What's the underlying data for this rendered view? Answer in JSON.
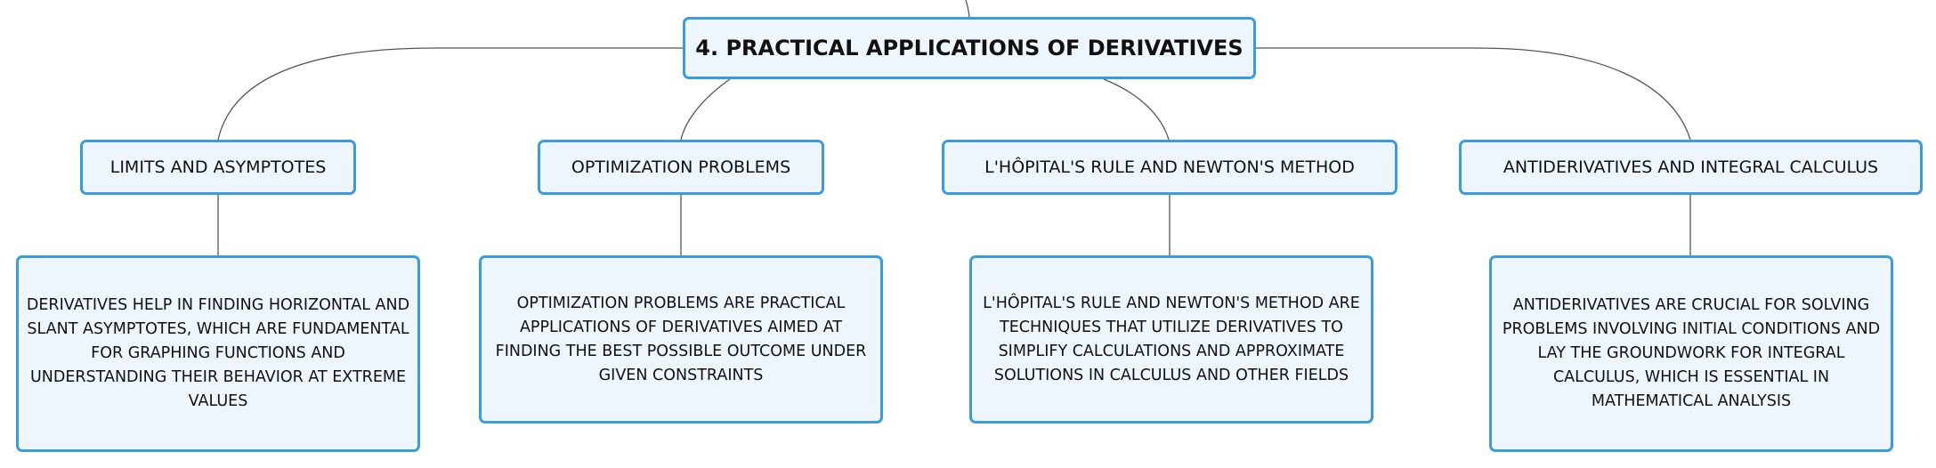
{
  "root": {
    "label": "4. PRACTICAL APPLICATIONS OF DERIVATIVES"
  },
  "topics": [
    {
      "label": "LIMITS AND ASYMPTOTES",
      "detail": "DERIVATIVES HELP IN FINDING HORIZONTAL AND SLANT ASYMPTOTES, WHICH ARE FUNDAMENTAL FOR GRAPHING FUNCTIONS AND UNDERSTANDING THEIR BEHAVIOR AT EXTREME VALUES"
    },
    {
      "label": "OPTIMIZATION PROBLEMS",
      "detail": "OPTIMIZATION PROBLEMS ARE PRACTICAL APPLICATIONS OF DERIVATIVES AIMED AT FINDING THE BEST POSSIBLE OUTCOME UNDER GIVEN CONSTRAINTS"
    },
    {
      "label": "L'HÔPITAL'S RULE AND NEWTON'S METHOD",
      "detail": "L'HÔPITAL'S RULE AND NEWTON'S METHOD ARE TECHNIQUES THAT UTILIZE DERIVATIVES TO SIMPLIFY CALCULATIONS AND APPROXIMATE SOLUTIONS IN CALCULUS AND OTHER FIELDS"
    },
    {
      "label": "ANTIDERIVATIVES AND INTEGRAL CALCULUS",
      "detail": "ANTIDERIVATIVES ARE CRUCIAL FOR SOLVING PROBLEMS INVOLVING INITIAL CONDITIONS AND LAY THE GROUNDWORK FOR INTEGRAL CALCULUS, WHICH IS ESSENTIAL IN MATHEMATICAL ANALYSIS"
    }
  ],
  "colors": {
    "node_border": "#3a9be0",
    "node_fill": "#eef6fd",
    "connector": "#555555",
    "text": "#111111"
  }
}
